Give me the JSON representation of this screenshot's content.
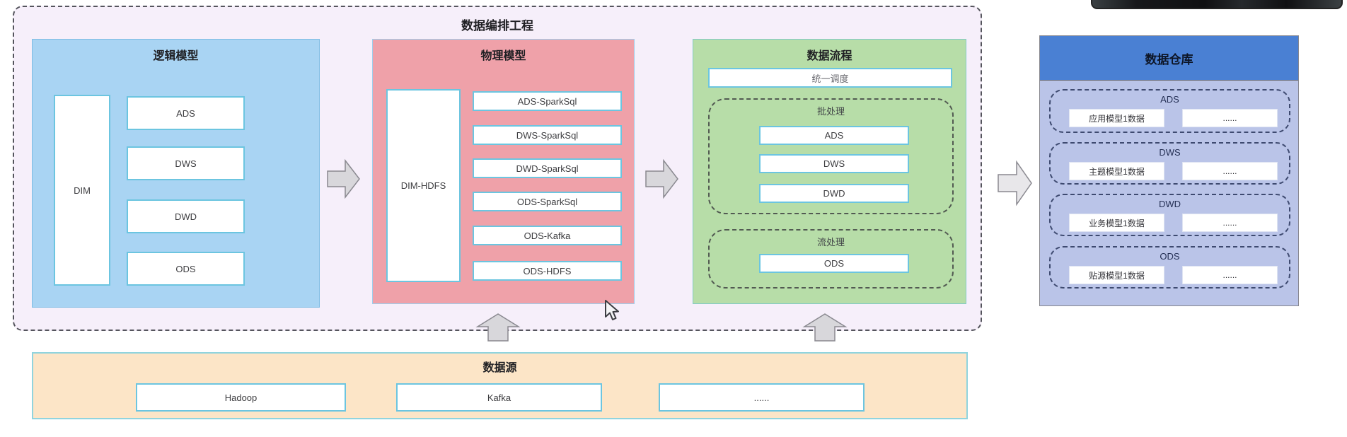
{
  "orchestration": {
    "title": "数据编排工程",
    "logical_model": {
      "title": "逻辑模型",
      "side_box": "DIM",
      "layers": [
        "ADS",
        "DWS",
        "DWD",
        "ODS"
      ]
    },
    "physical_model": {
      "title": "物理模型",
      "side_box": "DIM-HDFS",
      "layers": [
        "ADS-SparkSql",
        "DWS-SparkSql",
        "DWD-SparkSql",
        "ODS-SparkSql",
        "ODS-Kafka",
        "ODS-HDFS"
      ]
    },
    "data_flow": {
      "title": "数据流程",
      "scheduler": "统一调度",
      "batch": {
        "title": "批处理",
        "layers": [
          "ADS",
          "DWS",
          "DWD"
        ]
      },
      "stream": {
        "title": "流处理",
        "layers": [
          "ODS"
        ]
      }
    }
  },
  "warehouse": {
    "title": "数据仓库",
    "sections": [
      {
        "name": "ADS",
        "box": "应用模型1数据",
        "more": "......"
      },
      {
        "name": "DWS",
        "box": "主题模型1数据",
        "more": "......"
      },
      {
        "name": "DWD",
        "box": "业务模型1数据",
        "more": "......"
      },
      {
        "name": "ODS",
        "box": "贴源模型1数据",
        "more": "......"
      }
    ]
  },
  "datasource": {
    "title": "数据源",
    "items": [
      "Hadoop",
      "Kafka",
      "......"
    ]
  },
  "colors": {
    "logical_fill": "#a9d4f3",
    "physical_fill": "#efa1a9",
    "flow_fill": "#b7dda8",
    "warehouse_header": "#4a80d3",
    "warehouse_body": "#bac4e8",
    "datasource_fill": "#fce5c7",
    "box_border": "#6cc5e0",
    "arrow_fill": "#d8d7db",
    "outer_fill": "#f6effa"
  }
}
